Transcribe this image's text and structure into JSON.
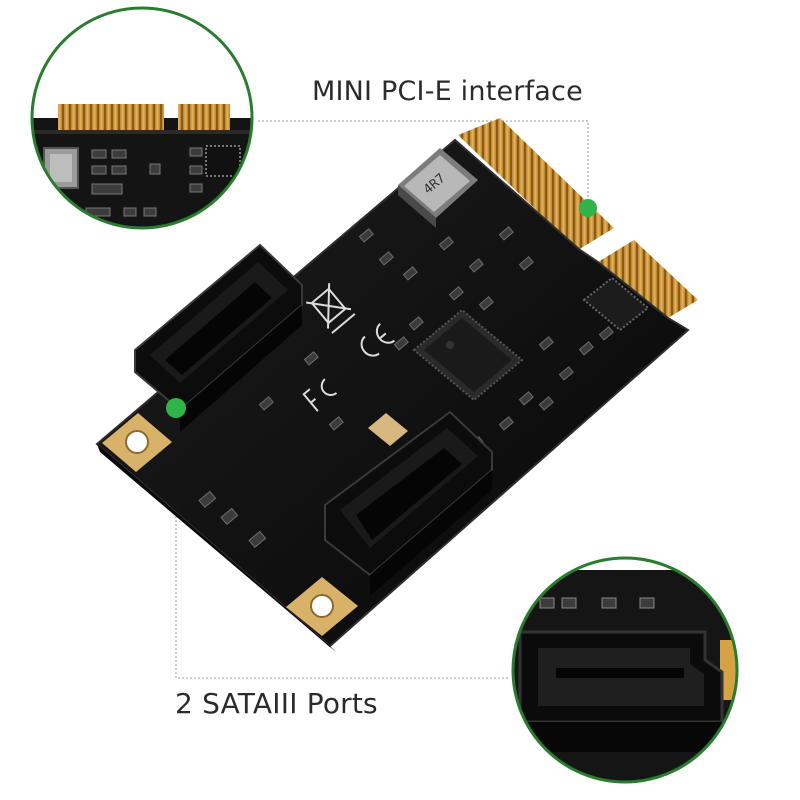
{
  "callouts": {
    "interface_label": "MINI PCI-E interface",
    "ports_label": "2 SATAIII Ports"
  },
  "board_markings": {
    "inductor_code": "4R7"
  },
  "colors": {
    "pcb": "#111111",
    "gold_fingers": "#d6a344",
    "zoom_ring": "#2a7d2e",
    "callout_dot": "#2fb34a",
    "leader_line": "#9a9a9a",
    "mount_pad": "#d9b26a"
  }
}
